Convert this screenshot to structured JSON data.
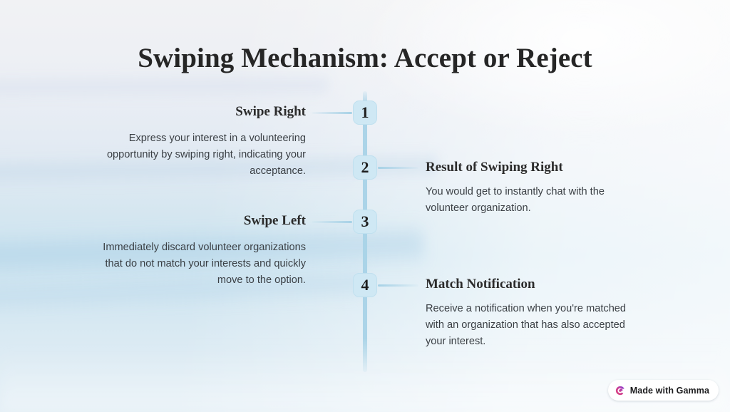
{
  "slide": {
    "title": "Swiping Mechanism: Accept or Reject",
    "background": {
      "style": "misty-landscape-gradient",
      "top_color": "#f1f2f4",
      "mid_color": "#cde4f0",
      "bottom_color": "#e4eff6"
    },
    "accent_color": "#a6d1e6",
    "node_fill": "#cfe8f4",
    "heading_color": "#2b2b2b",
    "body_color": "#3a3f44"
  },
  "timeline": {
    "items": [
      {
        "number": "1",
        "side": "left",
        "heading": "Swipe Right",
        "body": "Express your interest in a volunteering opportunity by swiping right, indicating your acceptance."
      },
      {
        "number": "2",
        "side": "right",
        "heading": "Result of Swiping Right",
        "body": "You would get to instantly chat with the volunteer organization."
      },
      {
        "number": "3",
        "side": "left",
        "heading": "Swipe Left",
        "body": "Immediately discard volunteer organizations that do not match your interests and quickly move to the option."
      },
      {
        "number": "4",
        "side": "right",
        "heading": "Match Notification",
        "body": "Receive a notification when you're matched with an organization that has also accepted your interest."
      }
    ]
  },
  "footer": {
    "badge_label": "Made with Gamma",
    "badge_icon": "gamma-logo-icon",
    "badge_logo_colors": [
      "#e0457b",
      "#7b3fe4"
    ]
  }
}
